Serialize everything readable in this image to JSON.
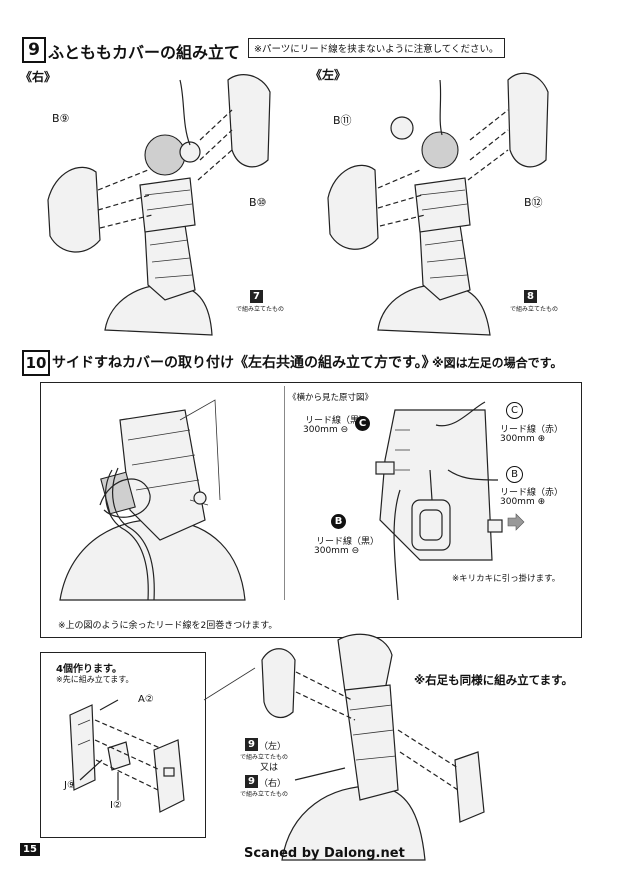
{
  "step9": {
    "number": "9",
    "title": "ふとももカバーの組み立て",
    "note": "※パーツにリード線を挟まないように注意してください。",
    "right": {
      "heading": "《右》",
      "part_b9": "B⑨",
      "part_b10": "B⑩",
      "ref_num": "7",
      "ref_caption": "で組み立てたもの"
    },
    "left": {
      "heading": "《左》",
      "part_b11": "B⑪",
      "part_b12": "B⑫",
      "ref_num": "8",
      "ref_caption": "で組み立てたもの"
    }
  },
  "step10": {
    "number": "10",
    "title": "サイドすねカバーの取り付け《左右共通の組み立て方です。》",
    "title_note": "※図は左足の場合です。",
    "wrap_note": "※上の図のように余ったリード線を2回巻きつけます。",
    "side_view": {
      "heading": "《横から見た原寸図》",
      "lead_black_c_line1": "リード線（黒）",
      "lead_black_c_line2": "300mm ⊖",
      "marker_c_black": "C",
      "marker_c_white": "C",
      "lead_red_c_line1": "リード線（赤）",
      "lead_red_c_line2": "300mm ⊕",
      "marker_b_white": "B",
      "lead_red_b_line1": "リード線（赤）",
      "lead_red_b_line2": "300mm ⊕",
      "marker_b_black": "B",
      "lead_black_b_line1": "リード線（黒）",
      "lead_black_b_line2": "300mm ⊖",
      "notch_note": "※キリカキに引っ掛けます。"
    },
    "subassembly": {
      "count_title": "4個作ります。",
      "count_note": "※先に組み立てます。",
      "part_a2": "A②",
      "part_j9": "J⑨",
      "part_i2": "I②"
    },
    "same_note": "※右足も同様に組み立てます。",
    "ref_left_num": "9",
    "ref_left_text": "（左）",
    "ref_caption": "で組み立てたもの",
    "ref_or": "又は",
    "ref_right_num": "9",
    "ref_right_text": "（右）"
  },
  "footer": {
    "page_number": "15",
    "credit": "Scaned by Dalong.net"
  }
}
